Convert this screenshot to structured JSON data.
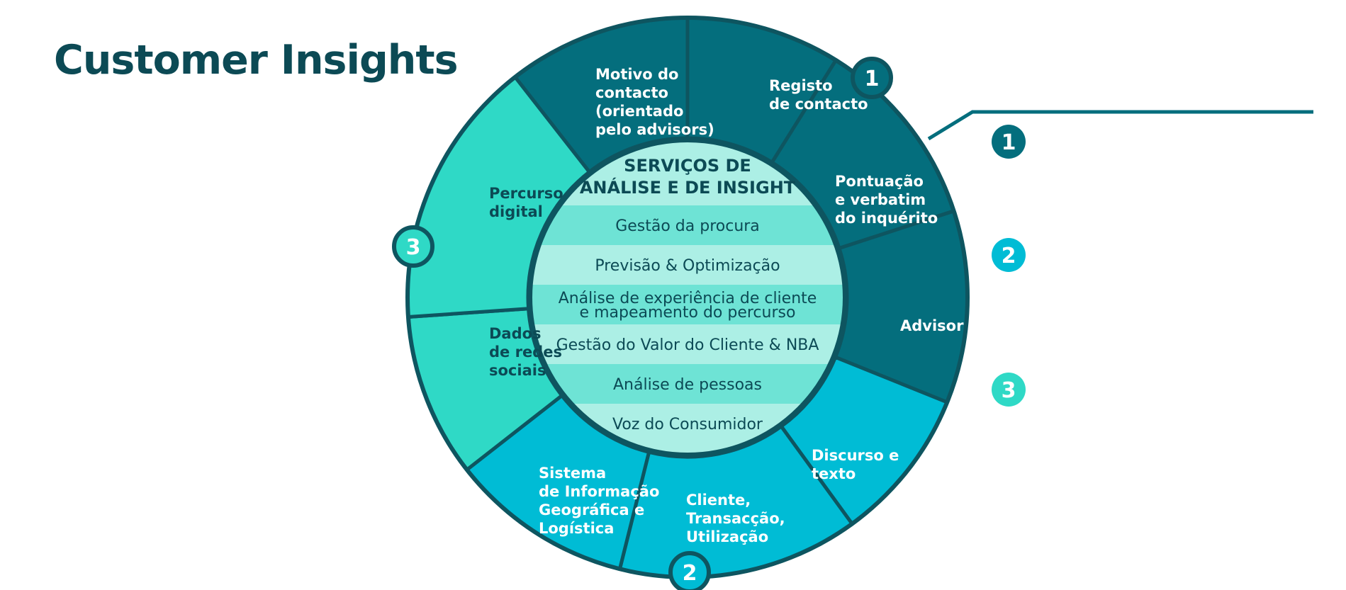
{
  "title": "Customer Insights",
  "colors": {
    "dark": "#046e7d",
    "mid": "#00bcd5",
    "light": "#2fd9c6",
    "center_dark": "#6ee3d5",
    "center_light": "#acefe5",
    "navy": "#0c4a55",
    "line": "#0e5560"
  },
  "segments": [
    {
      "id": "registo",
      "group": 1,
      "lines": [
        "Registo",
        "de contacto"
      ]
    },
    {
      "id": "pontuacao",
      "group": 1,
      "lines": [
        "Pontuação",
        "e verbatim",
        "do inquérito"
      ]
    },
    {
      "id": "advisor",
      "group": 1,
      "lines": [
        "Advisor"
      ]
    },
    {
      "id": "discurso",
      "group": 2,
      "lines": [
        "Discurso e",
        "texto"
      ]
    },
    {
      "id": "cliente",
      "group": 2,
      "lines": [
        "Cliente,",
        "Transacção,",
        "Utilização"
      ]
    },
    {
      "id": "sistema",
      "group": 2,
      "lines": [
        "Sistema",
        "de Informação",
        "Geográfica e",
        "Logística"
      ]
    },
    {
      "id": "dados",
      "group": 3,
      "lines": [
        "Dados",
        "de redes",
        "sociais"
      ]
    },
    {
      "id": "percurso",
      "group": 3,
      "lines": [
        "Percurso",
        "digital"
      ]
    },
    {
      "id": "motivo",
      "group": 1,
      "lines": [
        "Motivo do",
        "contacto",
        "(orientado",
        "pelo advisors)"
      ]
    }
  ],
  "center": {
    "title_lines": [
      "SERVIÇOS DE",
      "ANÁLISE E DE INSIGHT"
    ],
    "items": [
      {
        "lines": [
          "Gestão da procura"
        ]
      },
      {
        "lines": [
          "Previsão & Optimização"
        ]
      },
      {
        "lines": [
          "Análise de experiência de cliente",
          "e mapeamento do percurso"
        ]
      },
      {
        "lines": [
          "Gestão do Valor do Cliente & NBA"
        ]
      },
      {
        "lines": [
          "Análise de pessoas"
        ]
      },
      {
        "lines": [
          "Voz do Consumidor"
        ]
      }
    ]
  },
  "ring_badges": [
    {
      "label": "1",
      "group": 1
    },
    {
      "label": "2",
      "group": 2
    },
    {
      "label": "3",
      "group": 3
    }
  ],
  "legend": [
    {
      "label": "1",
      "group": 1
    },
    {
      "label": "2",
      "group": 2
    },
    {
      "label": "3",
      "group": 3
    }
  ]
}
